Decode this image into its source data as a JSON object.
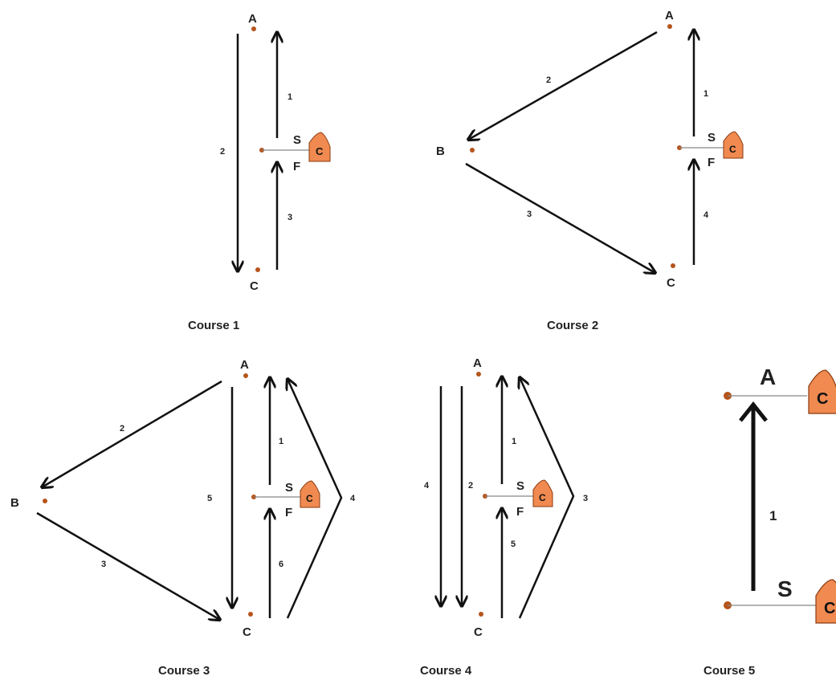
{
  "courses": [
    {
      "caption": "Course 1",
      "marks": {
        "a": "A",
        "c": "C",
        "s": "S",
        "f": "F"
      },
      "committee_boat": "C",
      "legs": [
        "1",
        "2",
        "3"
      ]
    },
    {
      "caption": "Course 2",
      "marks": {
        "a": "A",
        "b": "B",
        "c": "C",
        "s": "S",
        "f": "F"
      },
      "committee_boat": "C",
      "legs": [
        "1",
        "2",
        "3",
        "4"
      ]
    },
    {
      "caption": "Course 3",
      "marks": {
        "a": "A",
        "b": "B",
        "c": "C",
        "s": "S",
        "f": "F"
      },
      "committee_boat": "C",
      "legs": [
        "1",
        "2",
        "3",
        "4",
        "5",
        "6"
      ]
    },
    {
      "caption": "Course 4",
      "marks": {
        "a": "A",
        "c": "C",
        "s": "S",
        "f": "F"
      },
      "committee_boat": "C",
      "legs": [
        "1",
        "2",
        "3",
        "4",
        "5"
      ]
    },
    {
      "caption": "Course 5",
      "marks": {
        "a": "A",
        "s": "S"
      },
      "committee_boats": [
        "C",
        "C"
      ],
      "legs": [
        "1"
      ]
    }
  ],
  "colors": {
    "boat_fill": "#f08a50",
    "boat_stroke": "#8a3a10",
    "mark_dot": "#b5541c",
    "arrow": "#111111",
    "line": "#888888"
  }
}
